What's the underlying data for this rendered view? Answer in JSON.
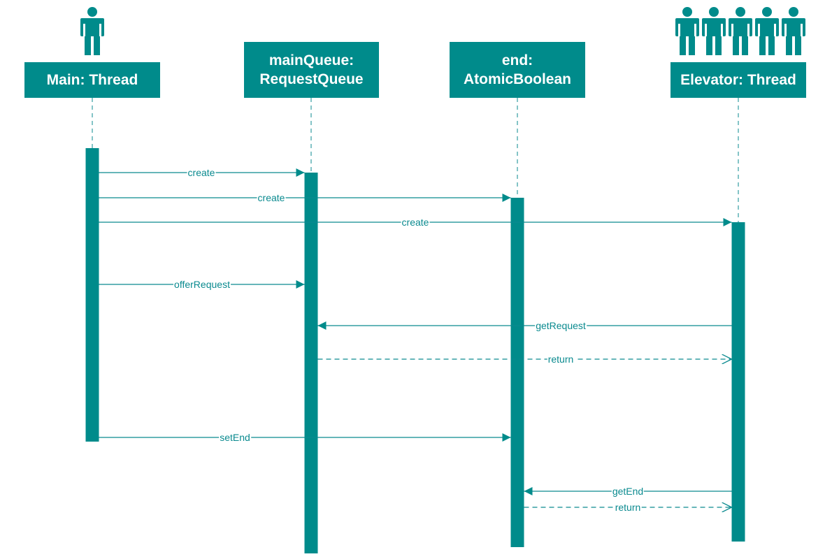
{
  "colors": {
    "primary": "#008b8b",
    "line": "#0a8a8f",
    "text_on_primary": "#ffffff"
  },
  "participants": [
    {
      "id": "main",
      "line1": "Main: Thread",
      "line2": "",
      "icon": "actor-icon"
    },
    {
      "id": "queue",
      "line1": "mainQueue:",
      "line2": "RequestQueue",
      "icon": ""
    },
    {
      "id": "end",
      "line1": "end:",
      "line2": "AtomicBoolean",
      "icon": ""
    },
    {
      "id": "elevator",
      "line1": "Elevator: Thread",
      "line2": "",
      "icon": "actor-group-icon"
    }
  ],
  "messages": [
    {
      "label": "create",
      "from": "main",
      "to": "queue",
      "kind": "call"
    },
    {
      "label": "create",
      "from": "main",
      "to": "end",
      "kind": "call"
    },
    {
      "label": "create",
      "from": "main",
      "to": "elevator",
      "kind": "call"
    },
    {
      "label": "offerRequest",
      "from": "main",
      "to": "queue",
      "kind": "call"
    },
    {
      "label": "getRequest",
      "from": "elevator",
      "to": "queue",
      "kind": "call"
    },
    {
      "label": "return",
      "from": "queue",
      "to": "elevator",
      "kind": "return"
    },
    {
      "label": "setEnd",
      "from": "main",
      "to": "end",
      "kind": "call"
    },
    {
      "label": "getEnd",
      "from": "elevator",
      "to": "end",
      "kind": "call"
    },
    {
      "label": "return",
      "from": "end",
      "to": "elevator",
      "kind": "return"
    }
  ]
}
